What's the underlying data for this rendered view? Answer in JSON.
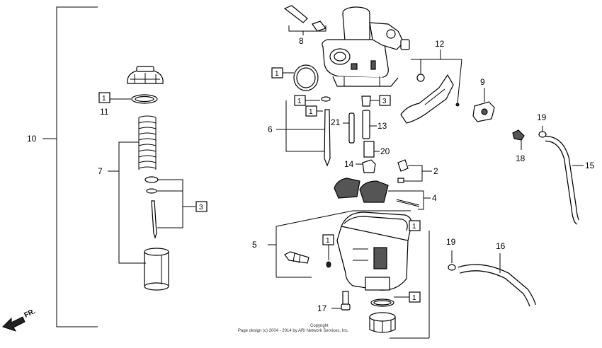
{
  "diagram": {
    "callouts": {
      "c1": "1",
      "c2": "2",
      "c4": "4",
      "c5": "5",
      "c6": "6",
      "c7": "7",
      "c8": "8",
      "c9": "9",
      "c10": "10",
      "c11": "11",
      "c12": "12",
      "c13": "13",
      "c14": "14",
      "c15": "15",
      "c16": "16",
      "c17": "17",
      "c18": "18",
      "c19a": "19",
      "c19b": "19",
      "c20": "20",
      "c21": "21"
    },
    "boxed": {
      "b1_left": "1",
      "b3_left": "3",
      "b1_top": "1",
      "b1_mid_a": "1",
      "b1_mid_b": "1",
      "b3_mid": "3",
      "b1_bowl_a": "1",
      "b1_bowl_b": "1",
      "b1_bowl_c": "1"
    },
    "direction_label": "FR.",
    "copyright_line1": "Copyright",
    "copyright_line2": "Page design (c) 2004 - 2014 by ARI Network Services, Inc."
  }
}
